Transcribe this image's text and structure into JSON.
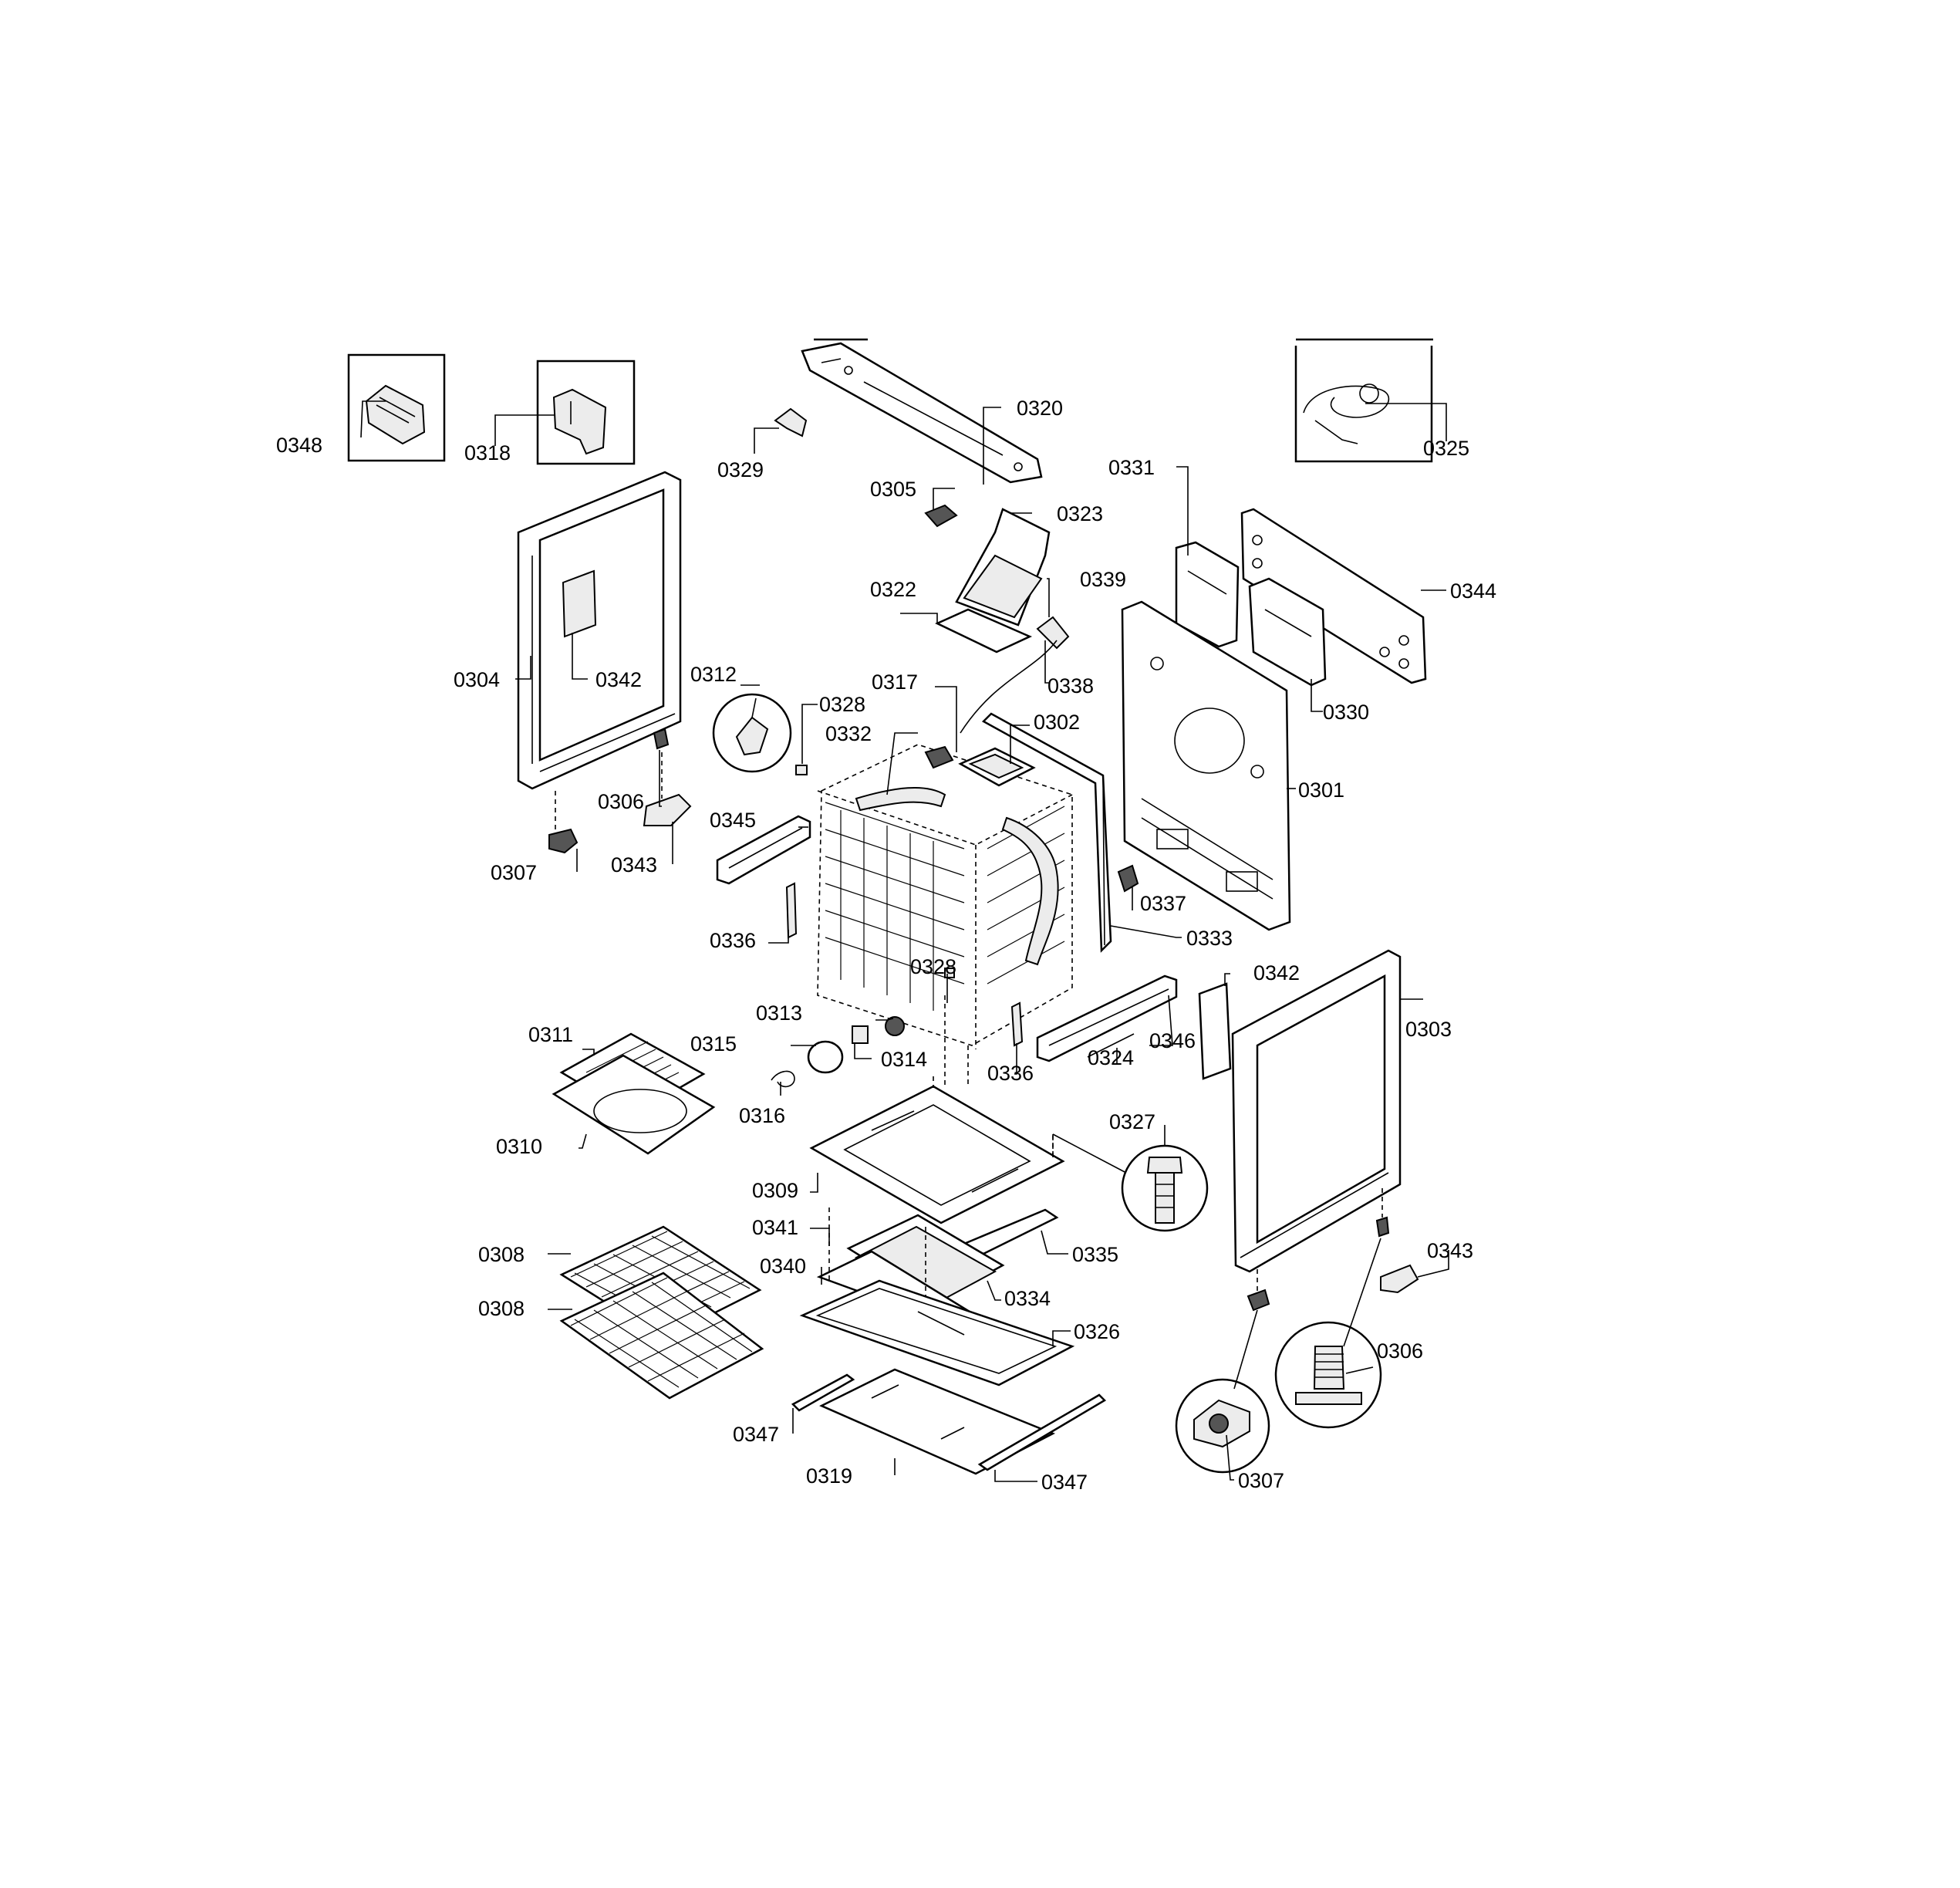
{
  "labels": {
    "l0348": "0348",
    "l0318": "0318",
    "l0329": "0329",
    "l0320": "0320",
    "l0325": "0325",
    "l0305": "0305",
    "l0323": "0323",
    "l0331": "0331",
    "l0344": "0344",
    "l0322": "0322",
    "l0339": "0339",
    "l0304": "0304",
    "l0342a": "0342",
    "l0312": "0312",
    "l0328a": "0328",
    "l0317": "0317",
    "l0338": "0338",
    "l0330": "0330",
    "l0332": "0332",
    "l0302": "0302",
    "l0301": "0301",
    "l0306a": "0306",
    "l0345": "0345",
    "l0307a": "0307",
    "l0343a": "0343",
    "l0337": "0337",
    "l0336a": "0336",
    "l0333": "0333",
    "l0328b": "0328",
    "l0342b": "0342",
    "l0303": "0303",
    "l0313": "0313",
    "l0346": "0346",
    "l0311": "0311",
    "l0315": "0315",
    "l0314": "0314",
    "l0336b": "0336",
    "l0324": "0324",
    "l0316": "0316",
    "l0327": "0327",
    "l0310": "0310",
    "l0309": "0309",
    "l0341": "0341",
    "l0335": "0335",
    "l0308a": "0308",
    "l0343b": "0343",
    "l0340": "0340",
    "l0334": "0334",
    "l0308b": "0308",
    "l0326": "0326",
    "l0306b": "0306",
    "l0347a": "0347",
    "l0319": "0319",
    "l0347b": "0347",
    "l0307b": "0307"
  }
}
